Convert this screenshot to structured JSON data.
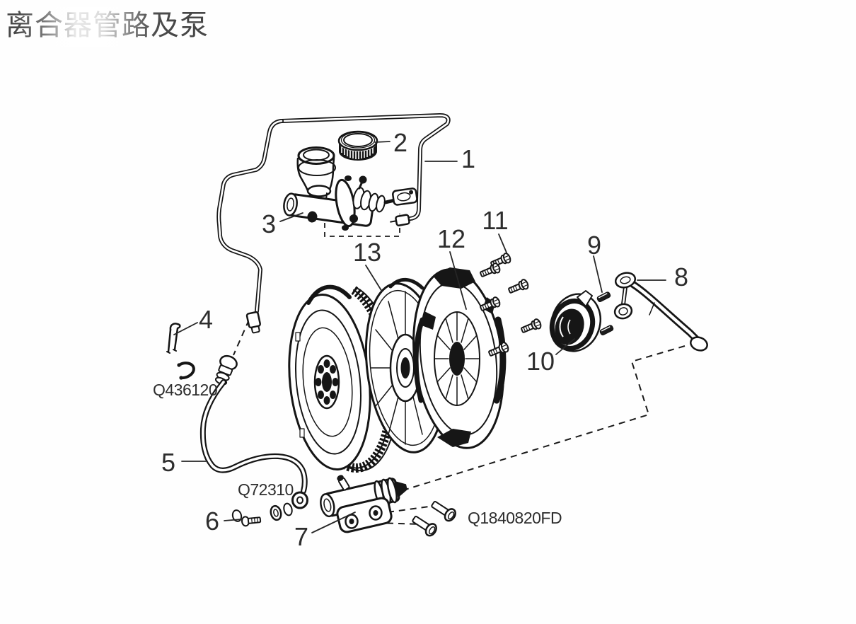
{
  "page": {
    "title": "离合器管路及泵"
  },
  "style": {
    "background": "#fefefe",
    "line_color": "#151515",
    "label_color": "#2d2d2d",
    "title_color": "#474747"
  },
  "diagram": {
    "callouts": [
      {
        "label": "1"
      },
      {
        "label": "2"
      },
      {
        "label": "3"
      },
      {
        "label": "4"
      },
      {
        "label": "5"
      },
      {
        "label": "6"
      },
      {
        "label": "7"
      },
      {
        "label": "8"
      },
      {
        "label": "9"
      },
      {
        "label": "10"
      },
      {
        "label": "11"
      },
      {
        "label": "12"
      },
      {
        "label": "13"
      }
    ],
    "part_codes": [
      {
        "label": "Q436120"
      },
      {
        "label": "Q72310"
      },
      {
        "label": "Q1840820FD"
      }
    ]
  }
}
